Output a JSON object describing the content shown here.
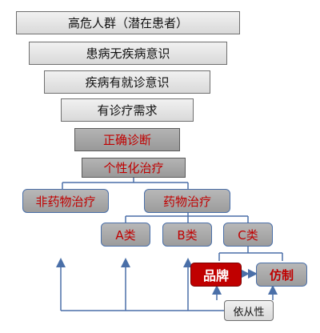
{
  "funnel": {
    "level1": "高危人群（潜在患者）",
    "level2": "患病无疾病意识",
    "level3": "疾病有就诊意识",
    "level4": "有诊疗需求",
    "level5": "正确诊断",
    "level6": "个性化治疗"
  },
  "branches": {
    "non_drug": "非药物治疗",
    "drug": "药物治疗"
  },
  "drug_classes": {
    "a": "A类",
    "b": "B类",
    "c": "C类"
  },
  "c_split": {
    "brand": "品牌",
    "generic": "仿制"
  },
  "compliance": "依从性",
  "colors": {
    "accent_red": "#c00000",
    "line_blue": "#4a6fa8"
  }
}
